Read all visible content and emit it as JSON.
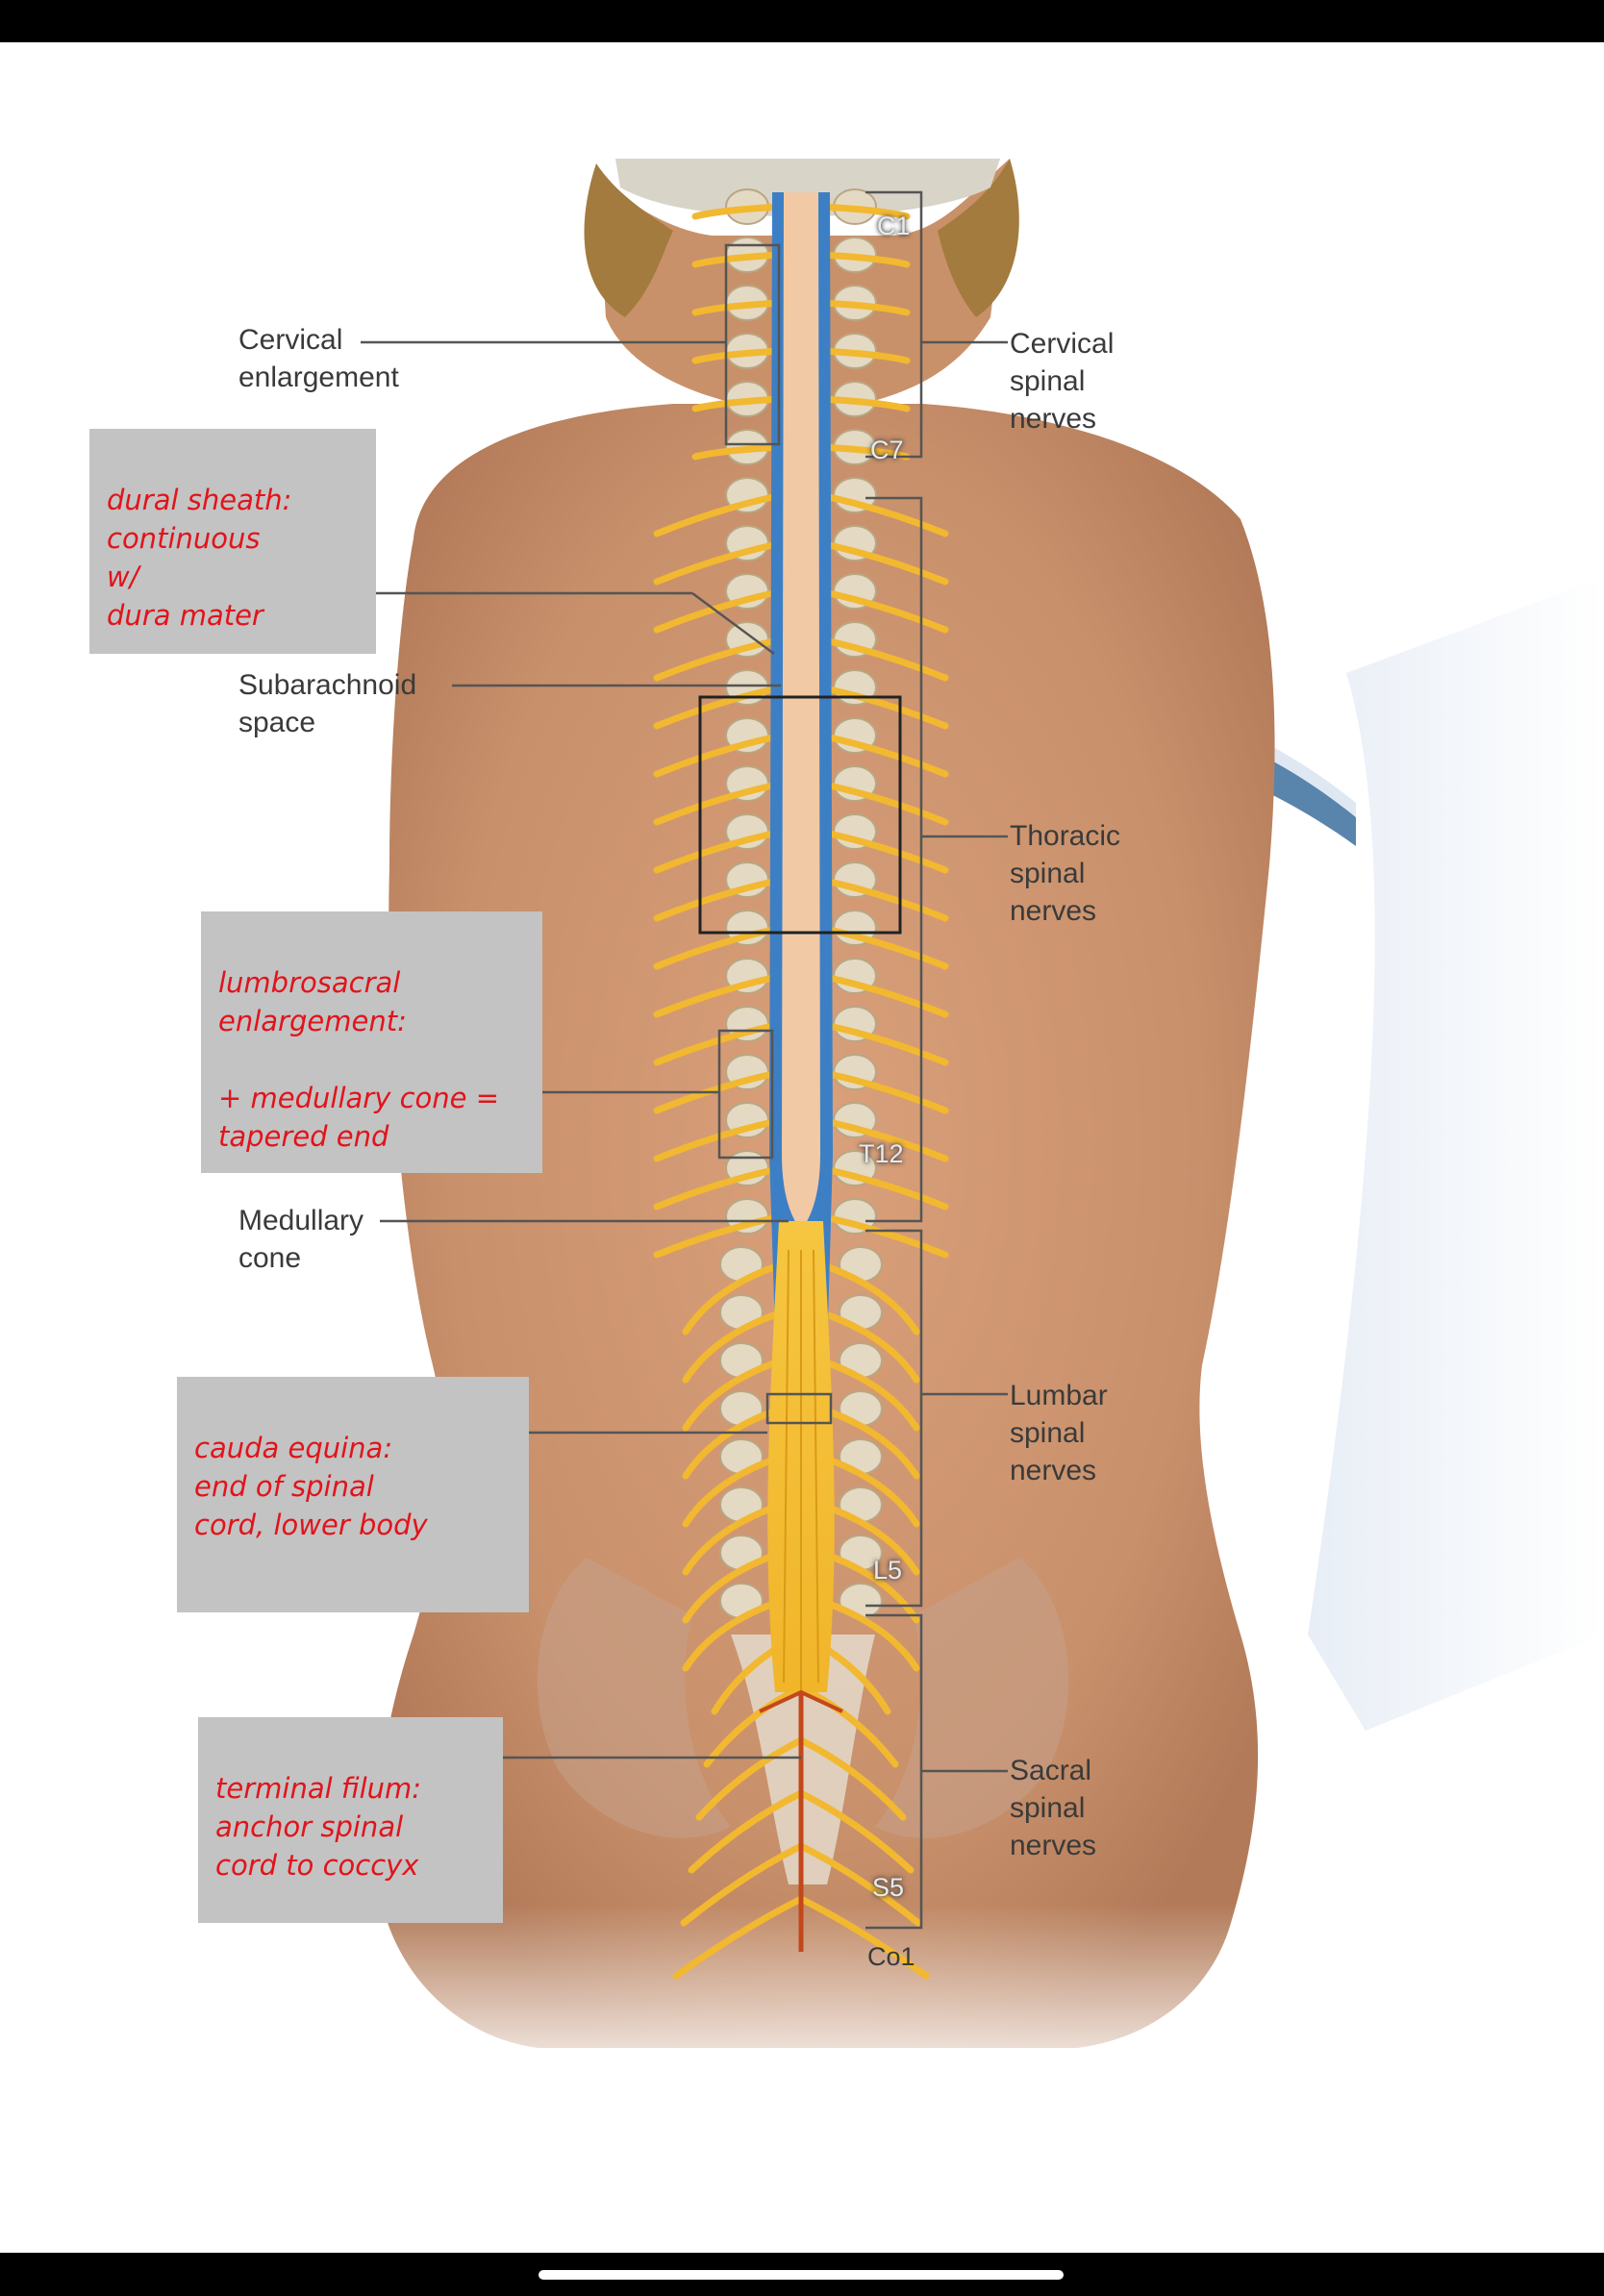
{
  "labels_left": {
    "cervical_enlargement": "Cervical\nenlargement",
    "subarachnoid_space": "Subarachnoid\nspace",
    "medullary_cone": "Medullary\ncone"
  },
  "labels_right": {
    "cervical_spinal_nerves": "Cervical\nspinal\nnerves",
    "thoracic_spinal_nerves": "Thoracic\nspinal\nnerves",
    "lumbar_spinal_nerves": "Lumbar\nspinal\nnerves",
    "sacral_spinal_nerves": "Sacral\nspinal\nnerves"
  },
  "vertebral_levels": {
    "c1": "C1",
    "c7": "C7",
    "t12": "T12",
    "l5": "L5",
    "s5": "S5",
    "co1": "Co1"
  },
  "annotations": {
    "dural_sheath": "dural sheath:\ncontinuous\n   w/\n dura mater",
    "lumbosacral_enlargement": "lumbrosacral\nenlargement:\n\n+ medullary cone =\ntapered end",
    "cauda_equina": "cauda  equina:\nend  of  spinal\ncord,  lower  body",
    "terminal_filum": "terminal  filum:\nanchor  spinal\ncord  to  coccyx"
  },
  "colors": {
    "annotation_text": "#e1141b",
    "annotation_box": "#c3c3c3",
    "skin": "#c98f6d",
    "nerve": "#f2b830",
    "dura": "#3d7fc4"
  }
}
